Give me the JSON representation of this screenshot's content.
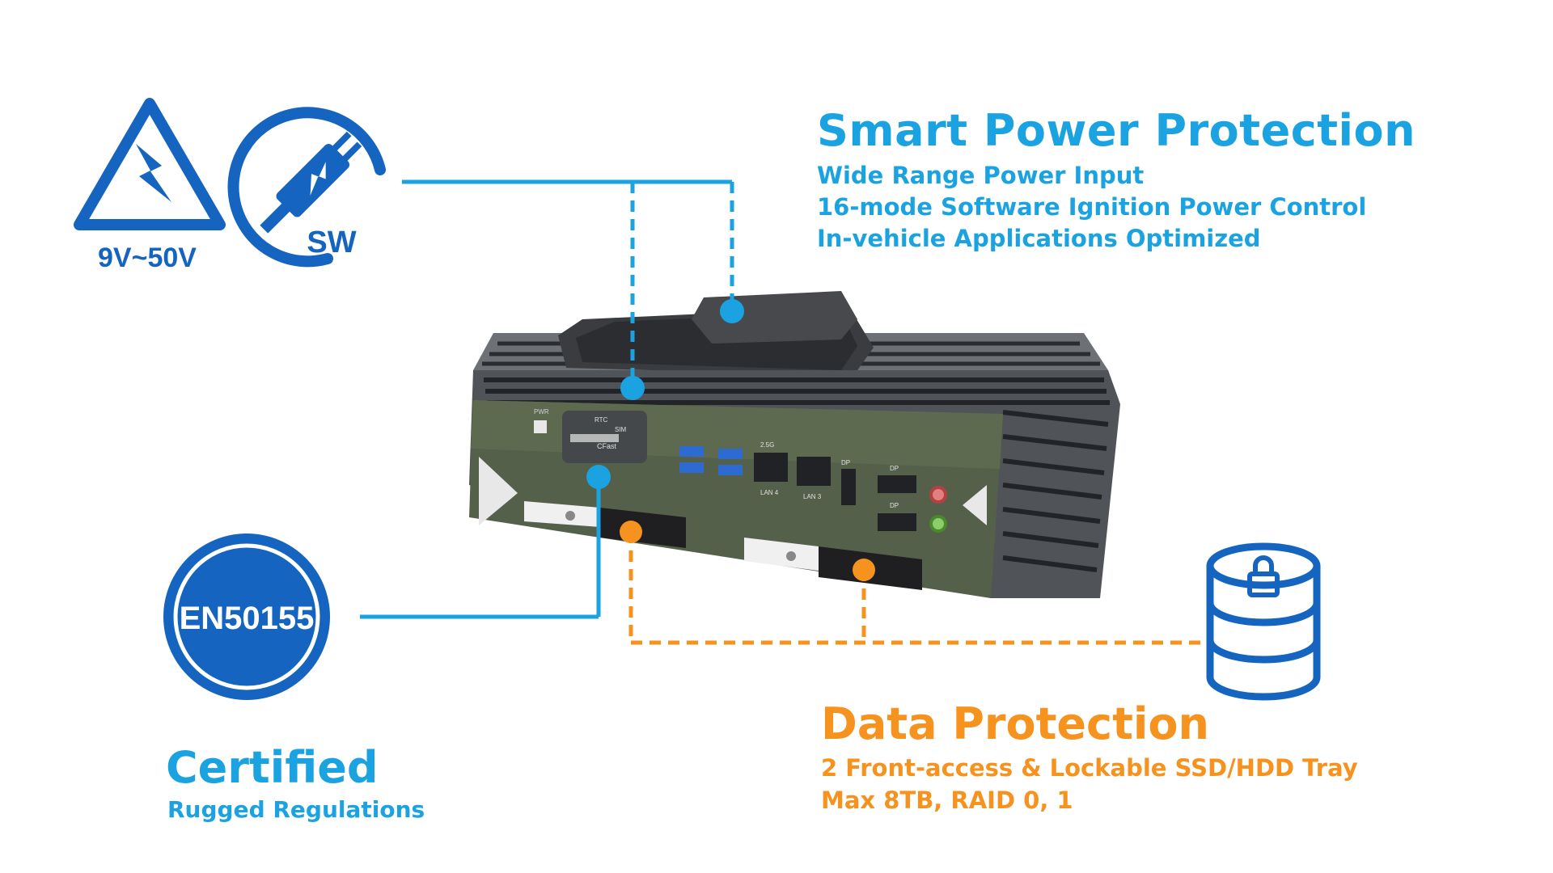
{
  "power": {
    "title": "Smart Power Protection",
    "lines": [
      "Wide Range Power Input",
      "16-mode Software Ignition Power Control",
      "In-vehicle Applications Optimized"
    ],
    "voltage_label": "9V~50V",
    "sw_label": "SW",
    "color": "#1aa3e0"
  },
  "data": {
    "title": "Data Protection",
    "lines": [
      "2 Front-access & Lockable SSD/HDD Tray",
      "Max 8TB, RAID 0, 1"
    ],
    "color": "#f6921e"
  },
  "certified": {
    "title": "Certified",
    "subtitle": "Rugged Regulations",
    "badge": "EN50155"
  },
  "device": {
    "labels": {
      "rtc": "RTC",
      "sim": "SIM",
      "cfast": "CFast",
      "lan4": "LAN 4",
      "lan3": "LAN 3",
      "dp": "DP",
      "dp2": "DP",
      "dp3": "DP",
      "rate": "2.5G",
      "pwr": "PWR"
    }
  },
  "icons": {
    "voltage": "lightning-warning-triangle-icon",
    "ignition": "power-plug-lightning-icon",
    "storage": "locked-database-icon"
  }
}
